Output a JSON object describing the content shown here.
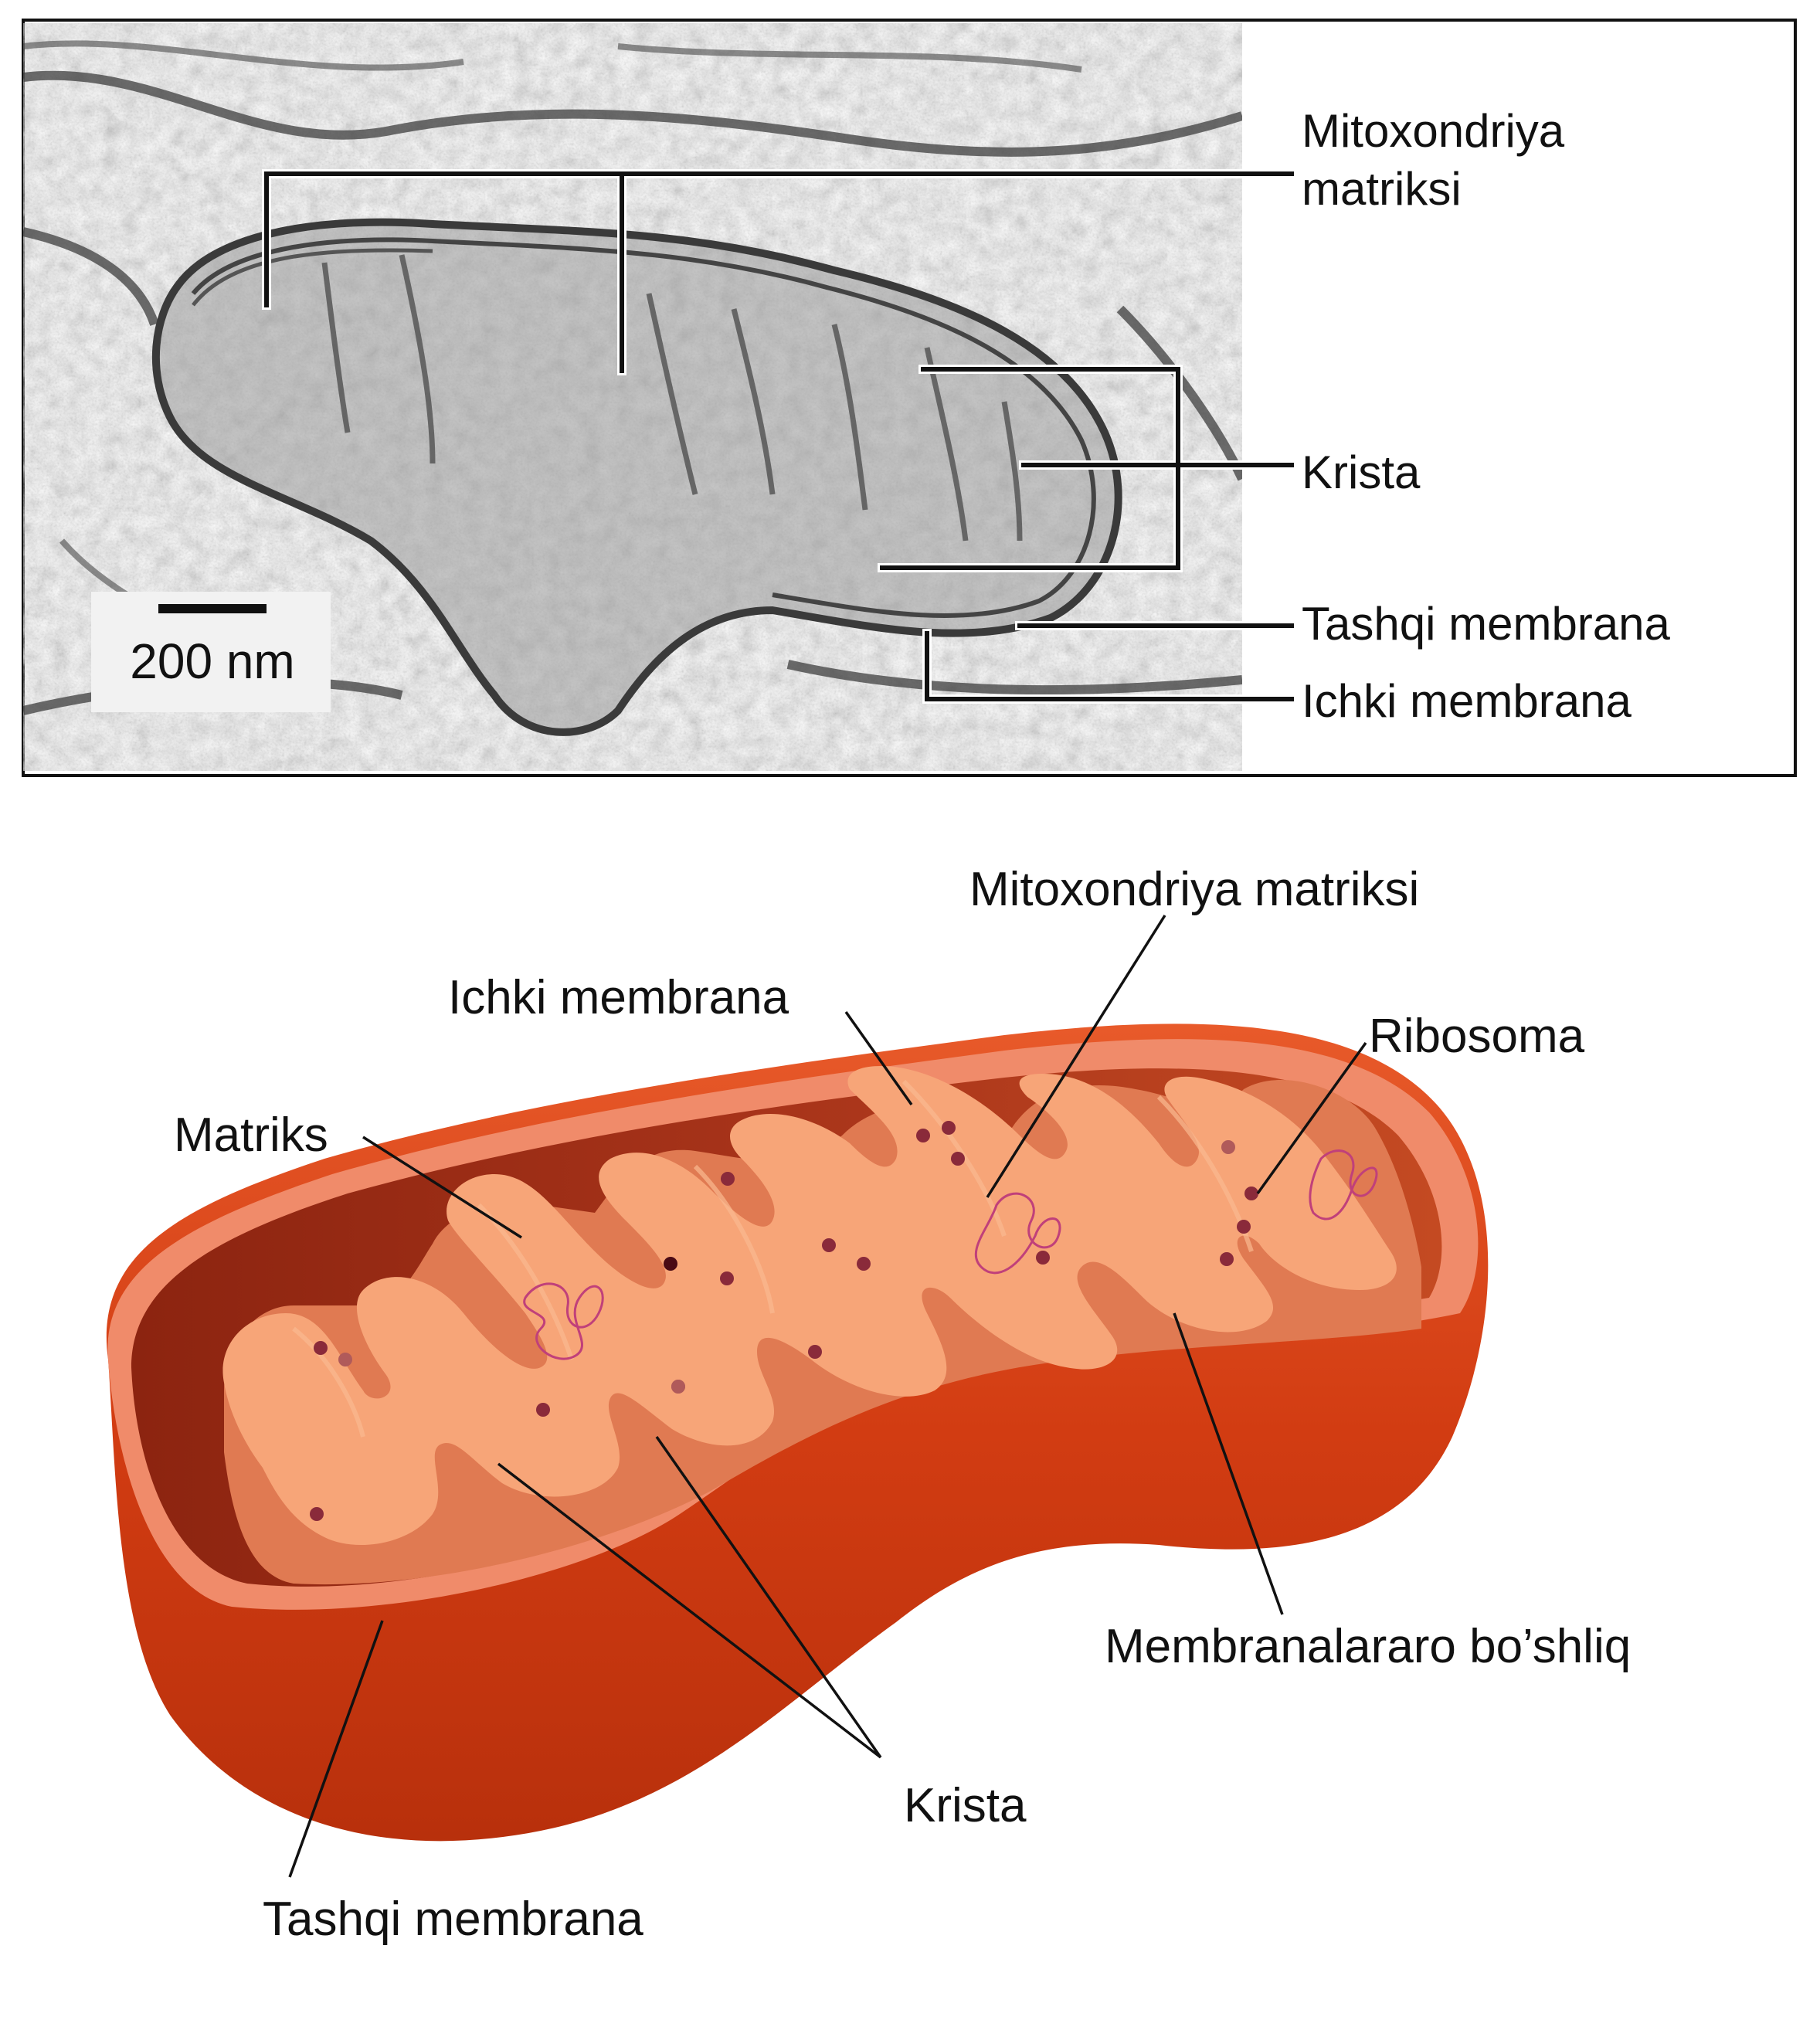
{
  "micrograph": {
    "scale_bar": "200 nm",
    "labels": {
      "matrix_line1": "Mitoxondriya",
      "matrix_line2": "matriksi",
      "crista": "Krista",
      "outer": "Tashqi membrana",
      "inner": "Ichki membrana"
    }
  },
  "illustration": {
    "labels": {
      "matrix_full": "Mitoxondriya matriksi",
      "inner": "Ichki membrana",
      "ribosome": "Ribosoma",
      "matrix": "Matriks",
      "intermembrane": "Membranalararo bo’shliq",
      "crista": "Krista",
      "outer": "Tashqi membrana"
    }
  },
  "colors": {
    "outer_membrane": "#d8461c",
    "outer_rim": "#f0967a",
    "interior_dark": "#9a2a10",
    "cristae": "#f7a578",
    "cristae_side": "#e8845a",
    "ribosome": "#8a2a3a"
  }
}
